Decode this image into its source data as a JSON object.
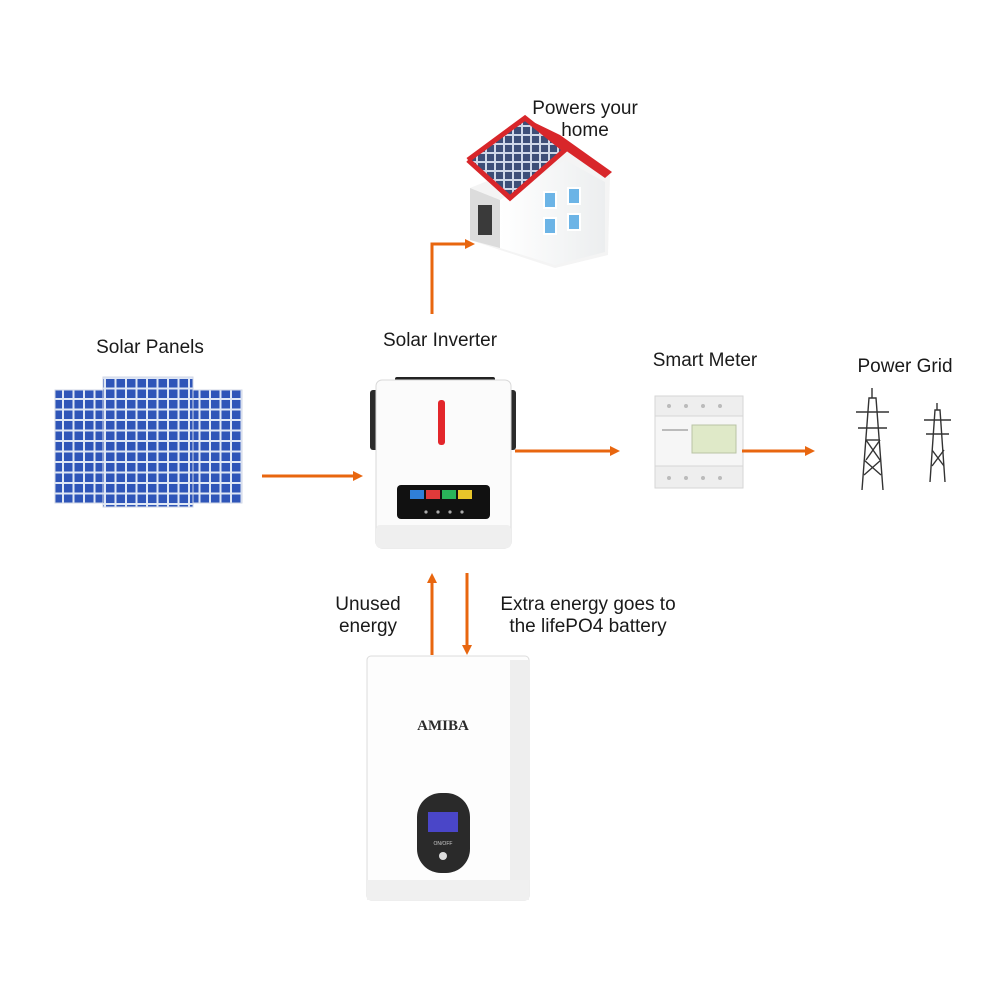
{
  "labels": {
    "home": [
      "Powers your",
      "home"
    ],
    "solar_panels": "Solar Panels",
    "solar_inverter": "Solar Inverter",
    "smart_meter": "Smart Meter",
    "power_grid": "Power Grid",
    "unused_energy": [
      "Unused",
      "energy"
    ],
    "extra_energy": [
      "Extra energy goes to",
      "the lifePO4 battery"
    ]
  },
  "battery": {
    "brand": "AMIBA",
    "button_text": "ON/OFF"
  },
  "colors": {
    "arrow": "#e8660f",
    "panel_blue": "#2f55b8",
    "roof_red": "#d8262a",
    "inverter_accent": "#e3262b"
  }
}
